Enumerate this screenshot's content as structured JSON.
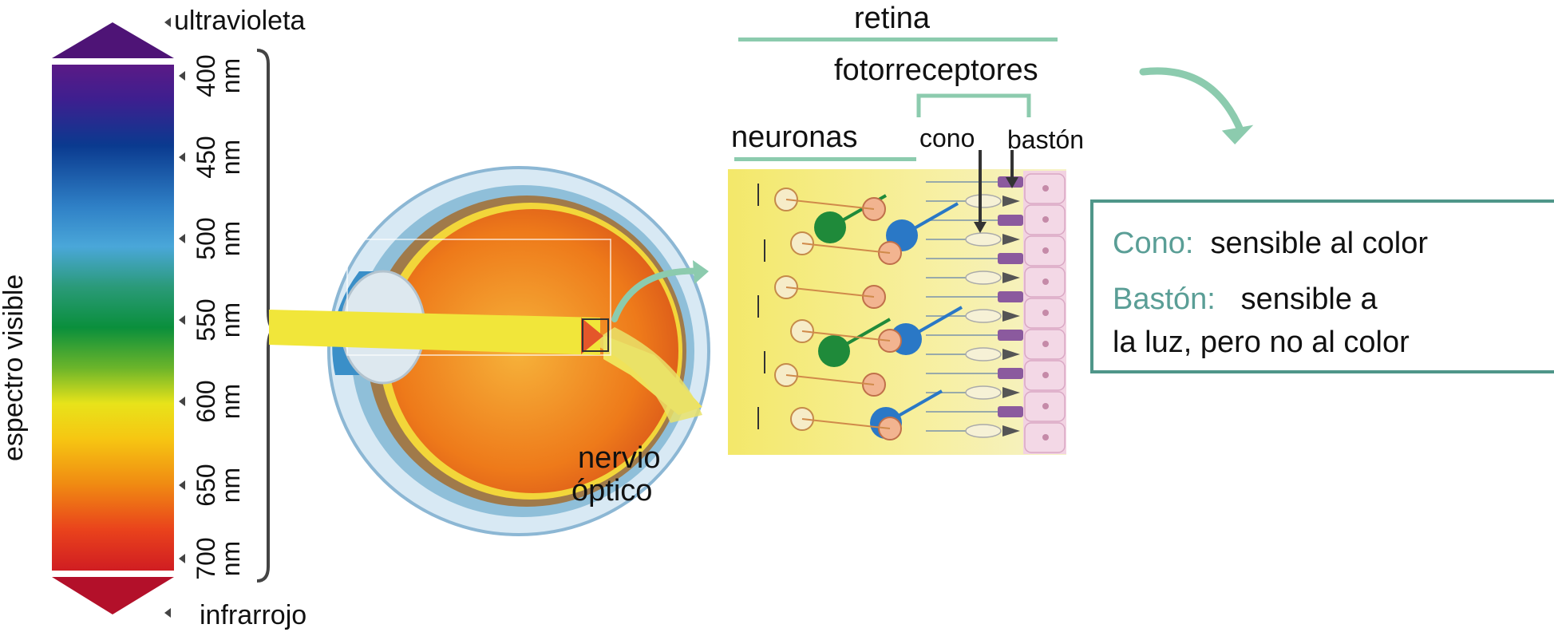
{
  "spectrum": {
    "title": "espectro visible",
    "top_label": "ultravioleta",
    "bottom_label": "infrarrojo",
    "unit": "nm",
    "wavelengths": [
      "400",
      "450",
      "500",
      "550",
      "600",
      "650",
      "700"
    ]
  },
  "eye": {
    "optic_nerve_label_1": "nervio",
    "optic_nerve_label_2": "óptico"
  },
  "retina": {
    "title": "retina",
    "photoreceptors": "fotorreceptores",
    "neurons": "neuronas",
    "cone": "cono",
    "rod": "bastón"
  },
  "info": {
    "cone_term": "Cono:",
    "cone_desc": "sensible al color",
    "rod_term": "Bastón:",
    "rod_desc_1": "sensible a",
    "rod_desc_2": "la luz, pero no al color"
  },
  "colors": {
    "accent_teal": "#5a9e96",
    "light_green": "#8ccbae",
    "box_border": "#4f9689"
  }
}
